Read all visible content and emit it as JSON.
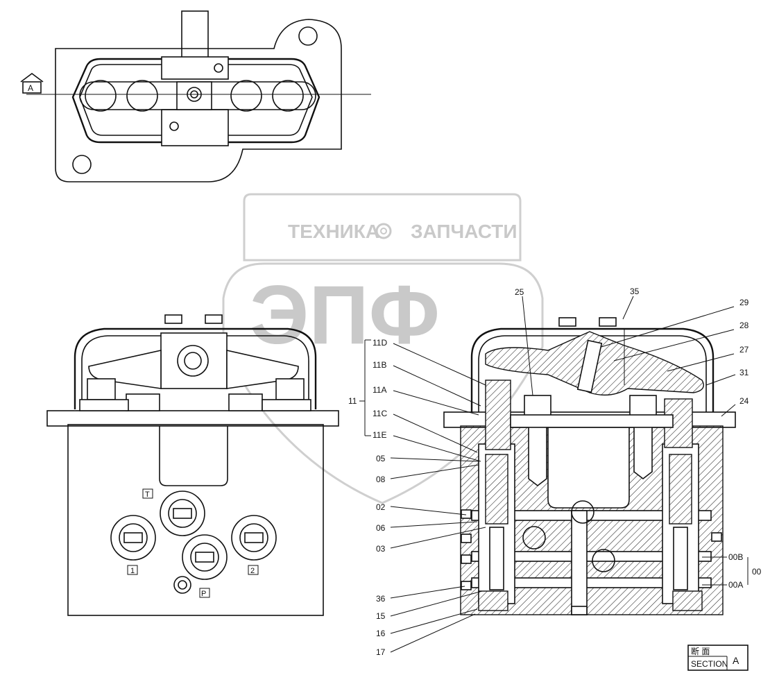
{
  "watermark": {
    "text_left": "ТЕХНИКА",
    "text_right": "ЗАПЧАСТИ",
    "emblem": "ЭПФ",
    "gear": "gear-icon"
  },
  "section_marker": "A",
  "ports": {
    "t": "T",
    "one": "1",
    "two": "2",
    "p": "P"
  },
  "group_labels": {
    "g11": "11",
    "g00": "00"
  },
  "labels": [
    "25",
    "35",
    "29",
    "28",
    "27",
    "31",
    "24",
    "11D",
    "11B",
    "11A",
    "11C",
    "11E",
    "05",
    "08",
    "02",
    "06",
    "03",
    "36",
    "15",
    "16",
    "17",
    "00B",
    "00A"
  ],
  "section_box": {
    "kanji": "断 面",
    "text": "SECTION",
    "letter": "A"
  }
}
